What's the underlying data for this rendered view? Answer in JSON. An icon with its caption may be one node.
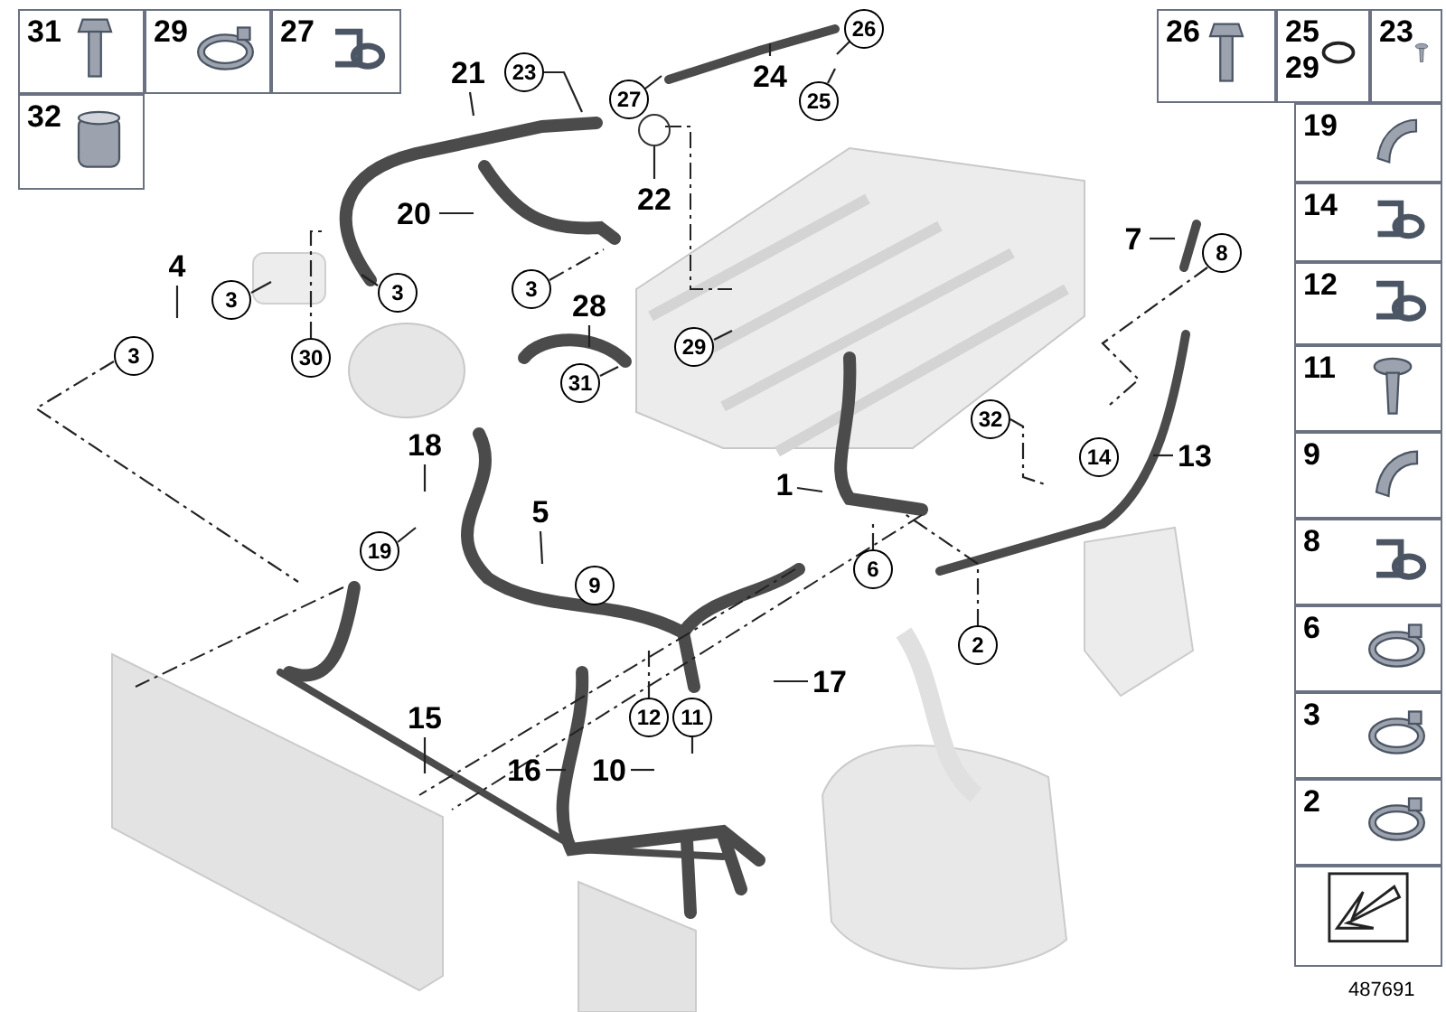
{
  "diagram": {
    "nodes": [
      {
        "text": [
          "31"
        ]
      },
      {
        "text": [
          "29"
        ]
      },
      {
        "text": [
          "27"
        ]
      },
      {
        "text": [
          "32"
        ]
      },
      {
        "text": [
          "26"
        ]
      },
      {
        "text": [
          "25",
          "29"
        ]
      },
      {
        "text": [
          "23"
        ]
      },
      {
        "text": [
          "19"
        ]
      },
      {
        "text": [
          "14"
        ]
      },
      {
        "text": [
          "12"
        ]
      },
      {
        "text": [
          "11"
        ]
      },
      {
        "text": [
          "9"
        ]
      },
      {
        "text": [
          "8"
        ]
      },
      {
        "text": [
          "6"
        ]
      },
      {
        "text": [
          "3"
        ]
      },
      {
        "text": [
          "2"
        ]
      },
      {
        "text": [],
        "shape": "box"
      },
      {
        "text": [
          "21"
        ]
      },
      {
        "text": [
          "23"
        ]
      },
      {
        "text": [
          "27"
        ]
      },
      {
        "text": [
          "24"
        ]
      },
      {
        "text": [
          "26"
        ]
      },
      {
        "text": [
          "25"
        ]
      },
      {
        "text": [
          "22"
        ]
      },
      {
        "text": [
          "20"
        ]
      },
      {
        "text": [
          "4"
        ]
      },
      {
        "text": [
          "3"
        ]
      },
      {
        "text": [
          "3"
        ]
      },
      {
        "text": [
          "3"
        ]
      },
      {
        "text": [
          "28"
        ]
      },
      {
        "text": [
          "7"
        ]
      },
      {
        "text": [
          "8"
        ]
      },
      {
        "text": [
          "3"
        ]
      },
      {
        "text": [
          "30"
        ]
      },
      {
        "text": [
          "29"
        ]
      },
      {
        "text": [
          "31"
        ]
      },
      {
        "text": [
          "1"
        ]
      },
      {
        "text": [
          "32"
        ]
      },
      {
        "text": [
          "18"
        ]
      },
      {
        "text": [
          "14"
        ]
      },
      {
        "text": [
          "13"
        ]
      },
      {
        "text": [
          "5"
        ]
      },
      {
        "text": [
          "19"
        ]
      },
      {
        "text": [
          "9"
        ]
      },
      {
        "text": [
          "6"
        ]
      },
      {
        "text": [
          "2"
        ]
      },
      {
        "text": [
          "17"
        ]
      },
      {
        "text": [
          "12"
        ]
      },
      {
        "text": [
          "11"
        ]
      },
      {
        "text": [
          "15"
        ]
      },
      {
        "text": [
          "16"
        ]
      },
      {
        "text": [
          "10"
        ]
      },
      {
        "text": [],
        "shape": "circle"
      }
    ],
    "edges": [
      {
        "from": 17,
        "to": null,
        "arrow": "none"
      },
      {
        "from": 18,
        "to": null,
        "arrow": "none"
      },
      {
        "from": 19,
        "to": null,
        "arrow": "none"
      },
      {
        "from": 20,
        "to": null,
        "arrow": "none"
      },
      {
        "from": 21,
        "to": null,
        "arrow": "none"
      },
      {
        "from": 22,
        "to": null,
        "arrow": "none"
      },
      {
        "from": 23,
        "to": 52,
        "arrow": "none"
      },
      {
        "from": 24,
        "to": null,
        "arrow": "none"
      },
      {
        "from": 25,
        "to": null,
        "arrow": "none"
      },
      {
        "from": 26,
        "to": null,
        "arrow": "none"
      },
      {
        "from": 27,
        "to": null,
        "arrow": "none"
      },
      {
        "from": 29,
        "to": null,
        "arrow": "none"
      },
      {
        "from": 30,
        "to": null,
        "arrow": "none"
      },
      {
        "from": 34,
        "to": null,
        "arrow": "none"
      },
      {
        "from": 35,
        "to": null,
        "arrow": "none"
      },
      {
        "from": 36,
        "to": null,
        "arrow": "none"
      },
      {
        "from": 38,
        "to": null,
        "arrow": "none"
      },
      {
        "from": 40,
        "to": null,
        "arrow": "none"
      },
      {
        "from": 41,
        "to": null,
        "arrow": "none"
      },
      {
        "from": 42,
        "to": null,
        "arrow": "none"
      },
      {
        "from": 46,
        "to": null,
        "arrow": "none"
      },
      {
        "from": 49,
        "to": null,
        "arrow": "none"
      },
      {
        "from": 50,
        "to": null,
        "arrow": "none"
      },
      {
        "from": 51,
        "to": null,
        "arrow": "none"
      },
      {
        "from": 28,
        "to": null,
        "arrow": "none",
        "style": "dashed"
      },
      {
        "from": 31,
        "to": null,
        "arrow": "none",
        "style": "dashed"
      },
      {
        "from": 32,
        "to": null,
        "arrow": "none",
        "style": "dashed"
      },
      {
        "from": 33,
        "to": null,
        "arrow": "none",
        "style": "dashed"
      },
      {
        "from": 37,
        "to": null,
        "arrow": "none",
        "style": "dashed"
      },
      {
        "from": 44,
        "to": null,
        "arrow": "none",
        "style": "dashed"
      },
      {
        "from": 45,
        "to": null,
        "arrow": "none",
        "style": "dashed"
      },
      {
        "from": 47,
        "to": null,
        "arrow": "none",
        "style": "dashed"
      },
      {
        "from": 48,
        "to": null,
        "arrow": "none",
        "style": "dashed"
      }
    ],
    "labels": [
      "487691"
    ]
  }
}
